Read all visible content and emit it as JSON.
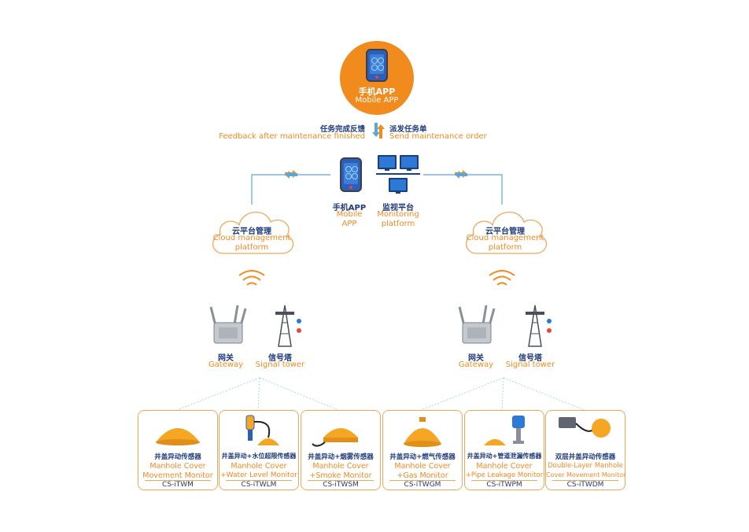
{
  "top": {
    "zh": "手机APP",
    "en": "Mobile APP"
  },
  "feedback": {
    "left_zh": "任务完成反馈",
    "left_en": "Feedback after maintenance finished",
    "right_zh": "派发任务单",
    "right_en": "Send maintenance order"
  },
  "center": {
    "app_zh": "手机APP",
    "app_en1": "Mobile",
    "app_en2": "APP",
    "monitor_zh": "监视平台",
    "monitor_en1": "Monitoring",
    "monitor_en2": "platform"
  },
  "clouds": [
    {
      "zh": "云平台管理",
      "en1": "Cloud management",
      "en2": "platform"
    },
    {
      "zh": "云平台管理",
      "en1": "Cloud management",
      "en2": "platform"
    }
  ],
  "stations": [
    {
      "gateway_zh": "网关",
      "gateway_en": "Gateway",
      "tower_zh": "信号塔",
      "tower_en": "Signal tower"
    },
    {
      "gateway_zh": "网关",
      "gateway_en": "Gateway",
      "tower_zh": "信号塔",
      "tower_en": "Signal tower"
    }
  ],
  "sensors": [
    {
      "zh": "井盖异动传感器",
      "en1": "Manhole Cover",
      "en2": "Movement Monitor",
      "model": "CS-iTWM"
    },
    {
      "zh": "井盖异动+水位超限传感器",
      "en1": "Manhole Cover",
      "en2": "+Water Level Monitor",
      "model": "CS-iTWLM"
    },
    {
      "zh": "井盖异动+烟雾传感器",
      "en1": "Manhole Cover",
      "en2": "+Smoke Monitor",
      "model": "CS-iTWSM"
    },
    {
      "zh": "井盖异动+燃气传感器",
      "en1": "Manhole Cover",
      "en2": "+Gas Monitor",
      "model": "CS-iTWGM"
    },
    {
      "zh": "井盖异动+管道泄漏传感器",
      "en1": "Manhole Cover",
      "en2": "+Pipe Leakage Monitor",
      "model": "CS-iTWPM"
    },
    {
      "zh": "双层井盖异动传感器",
      "en1": "Double-Layer Manhole",
      "en2": "Cover Movement Monitor",
      "model": "CS-iTWDM"
    }
  ],
  "colors": {
    "orange": "#f28b1e",
    "navy": "#1f3b7a",
    "line_blue": "#5aa7d8",
    "card_border": "#f2a65a"
  }
}
